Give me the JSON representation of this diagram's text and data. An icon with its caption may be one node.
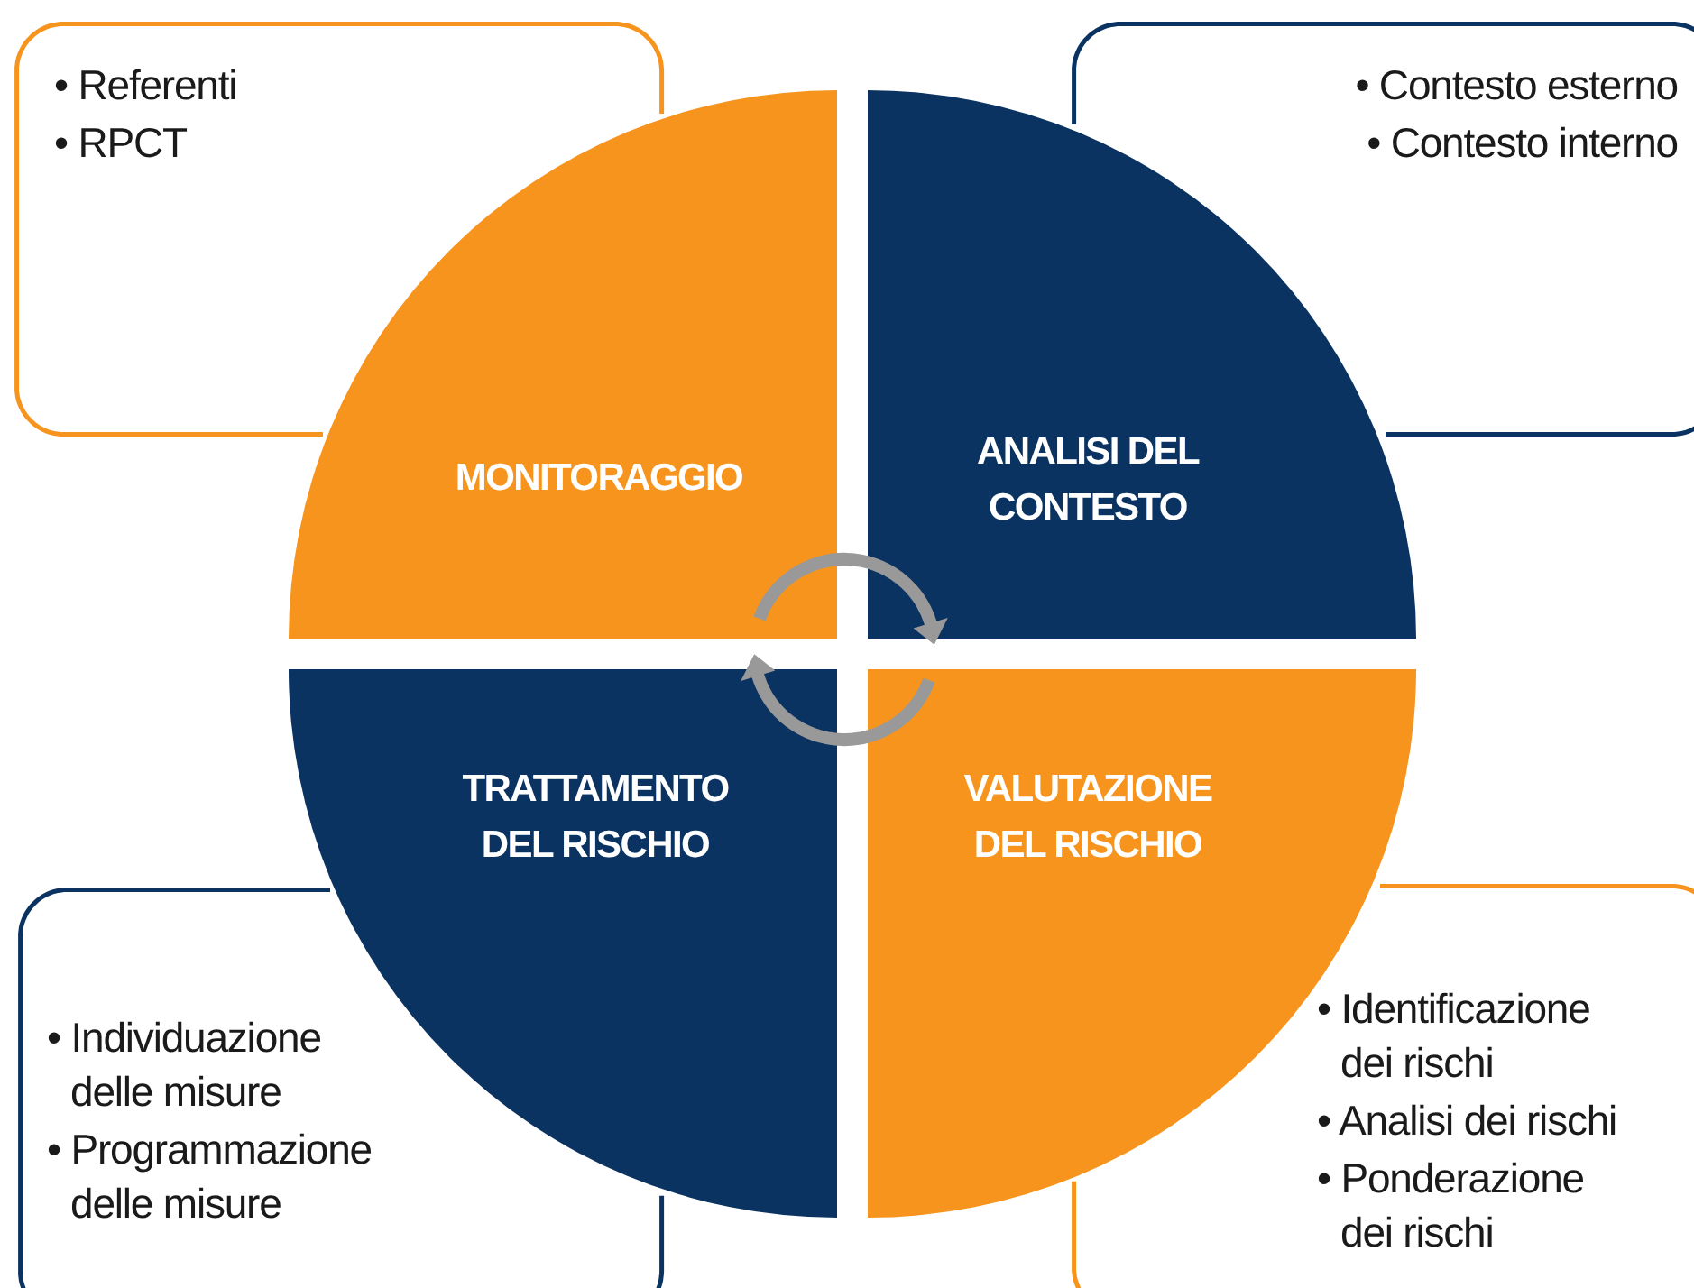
{
  "diagram": {
    "nodes": [
      {
        "text": [
          "• Referenti",
          "• RPCT"
        ]
      },
      {
        "text": [
          "• Contesto esterno",
          "• Contesto interno"
        ]
      },
      {
        "text": [
          "MONITORAGGIO"
        ]
      },
      {
        "text": [
          "ANALISI DEL CONTESTO"
        ]
      },
      {
        "text": [
          "TRATTAMENTO DEL RISCHIO"
        ]
      },
      {
        "text": [
          "VALUTAZIONE DEL RISCHIO"
        ]
      },
      {
        "text": [
          "• Individuazione delle misure",
          "• Programmazione delle misure"
        ]
      },
      {
        "text": [
          "• Identificazione dei rischi",
          "• Analisi dei rischi",
          "• Ponderazione dei rischi"
        ]
      }
    ],
    "edges": []
  }
}
